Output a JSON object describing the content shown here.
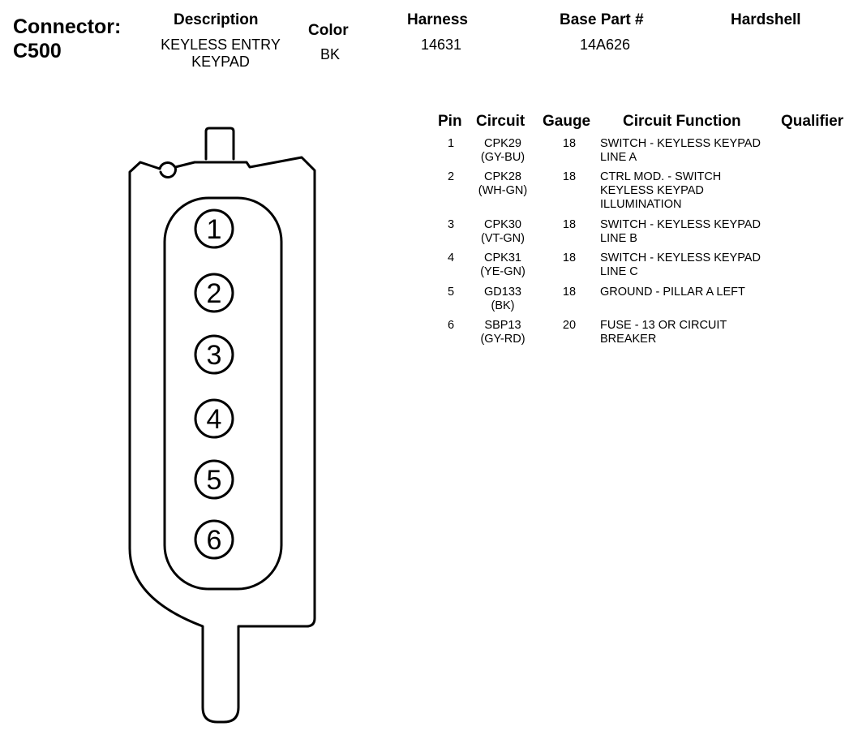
{
  "connector": {
    "label": "Connector:",
    "id": "C500"
  },
  "header": {
    "description_label": "Description",
    "description_value": [
      "KEYLESS ENTRY",
      "KEYPAD"
    ],
    "color_label": "Color",
    "color_value": "BK",
    "harness_label": "Harness",
    "harness_value": "14631",
    "base_part_label": "Base Part #",
    "base_part_value": "14A626",
    "hardshell_label": "Hardshell"
  },
  "table": {
    "columns": [
      "Pin",
      "Circuit",
      "Gauge",
      "Circuit Function",
      "Qualifier"
    ],
    "rows": [
      {
        "pin": "1",
        "circuit": [
          "CPK29",
          "(GY-BU)"
        ],
        "gauge": "18",
        "function": [
          "SWITCH - KEYLESS KEYPAD",
          "LINE A"
        ],
        "qualifier": ""
      },
      {
        "pin": "2",
        "circuit": [
          "CPK28",
          "(WH-GN)"
        ],
        "gauge": "18",
        "function": [
          "CTRL MOD. - SWITCH",
          "KEYLESS KEYPAD",
          "ILLUMINATION"
        ],
        "qualifier": ""
      },
      {
        "pin": "3",
        "circuit": [
          "CPK30",
          "(VT-GN)"
        ],
        "gauge": "18",
        "function": [
          "SWITCH - KEYLESS KEYPAD",
          "LINE B"
        ],
        "qualifier": ""
      },
      {
        "pin": "4",
        "circuit": [
          "CPK31",
          "(YE-GN)"
        ],
        "gauge": "18",
        "function": [
          "SWITCH - KEYLESS KEYPAD",
          "LINE C"
        ],
        "qualifier": ""
      },
      {
        "pin": "5",
        "circuit": [
          "GD133",
          "(BK)"
        ],
        "gauge": "18",
        "function": [
          "GROUND - PILLAR A LEFT"
        ],
        "qualifier": ""
      },
      {
        "pin": "6",
        "circuit": [
          "SBP13",
          "(GY-RD)"
        ],
        "gauge": "20",
        "function": [
          "FUSE - 13 OR CIRCUIT",
          "BREAKER"
        ],
        "qualifier": ""
      }
    ]
  },
  "diagram": {
    "pin_labels": [
      "1",
      "2",
      "3",
      "4",
      "5",
      "6"
    ]
  }
}
